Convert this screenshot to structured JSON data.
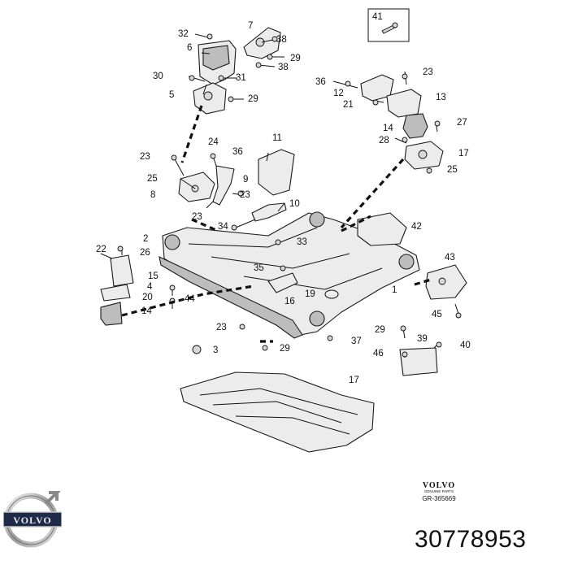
{
  "diagram": {
    "callouts": [
      {
        "id": "c32",
        "text": "32"
      },
      {
        "id": "c7",
        "text": "7"
      },
      {
        "id": "c38a",
        "text": "38"
      },
      {
        "id": "c6",
        "text": "6"
      },
      {
        "id": "c29a",
        "text": "29"
      },
      {
        "id": "c38b",
        "text": "38"
      },
      {
        "id": "c30",
        "text": "30"
      },
      {
        "id": "c31",
        "text": "31"
      },
      {
        "id": "c5",
        "text": "5"
      },
      {
        "id": "c29b",
        "text": "29"
      },
      {
        "id": "c41",
        "text": "41"
      },
      {
        "id": "c23a",
        "text": "23"
      },
      {
        "id": "c36a",
        "text": "36"
      },
      {
        "id": "c12",
        "text": "12"
      },
      {
        "id": "c13",
        "text": "13"
      },
      {
        "id": "c21",
        "text": "21"
      },
      {
        "id": "c14a",
        "text": "14"
      },
      {
        "id": "c27",
        "text": "27"
      },
      {
        "id": "c28",
        "text": "28"
      },
      {
        "id": "c17a",
        "text": "17"
      },
      {
        "id": "c25a",
        "text": "25"
      },
      {
        "id": "c24",
        "text": "24"
      },
      {
        "id": "c11",
        "text": "11"
      },
      {
        "id": "c36b",
        "text": "36"
      },
      {
        "id": "c23b",
        "text": "23"
      },
      {
        "id": "c25b",
        "text": "25"
      },
      {
        "id": "c9",
        "text": "9"
      },
      {
        "id": "c8",
        "text": "8"
      },
      {
        "id": "c23c",
        "text": "23"
      },
      {
        "id": "c10",
        "text": "10"
      },
      {
        "id": "c23d",
        "text": "23"
      },
      {
        "id": "c34",
        "text": "34"
      },
      {
        "id": "c42",
        "text": "42"
      },
      {
        "id": "c2",
        "text": "2"
      },
      {
        "id": "c33",
        "text": "33"
      },
      {
        "id": "c22",
        "text": "22"
      },
      {
        "id": "c26",
        "text": "26"
      },
      {
        "id": "c15",
        "text": "15"
      },
      {
        "id": "c35",
        "text": "35"
      },
      {
        "id": "c43",
        "text": "43"
      },
      {
        "id": "c4",
        "text": "4"
      },
      {
        "id": "c16",
        "text": "16"
      },
      {
        "id": "c19",
        "text": "19"
      },
      {
        "id": "c1",
        "text": "1"
      },
      {
        "id": "c44",
        "text": "44"
      },
      {
        "id": "c20",
        "text": "20"
      },
      {
        "id": "c14b",
        "text": "14"
      },
      {
        "id": "c45",
        "text": "45"
      },
      {
        "id": "c23e",
        "text": "23"
      },
      {
        "id": "c29c",
        "text": "29"
      },
      {
        "id": "c37",
        "text": "37"
      },
      {
        "id": "c3",
        "text": "3"
      },
      {
        "id": "c29d",
        "text": "29"
      },
      {
        "id": "c39",
        "text": "39"
      },
      {
        "id": "c46",
        "text": "46"
      },
      {
        "id": "c40",
        "text": "40"
      },
      {
        "id": "c17b",
        "text": "17"
      }
    ]
  },
  "branding": {
    "brand": "VOLVO",
    "genuine_parts": "GENUINE PARTS",
    "reference": "GR-365669",
    "logo_text": "VOLVO",
    "part_number": "30778953"
  }
}
